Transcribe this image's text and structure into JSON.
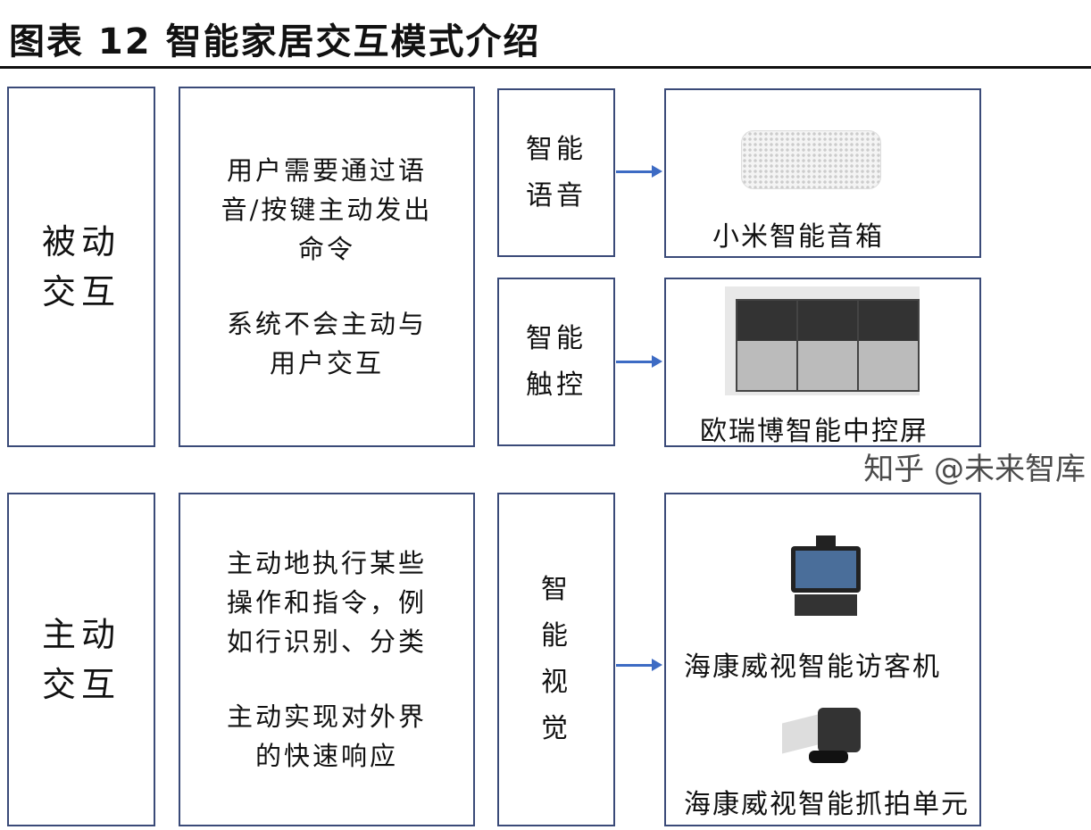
{
  "title": "图表 12  智能家居交互模式介绍",
  "rows": [
    {
      "category": "被动\n交互",
      "description": [
        "用户需要通过语",
        "音/按键主动发出",
        "命令",
        "系统不会主动与",
        "用户交互"
      ],
      "modes": [
        {
          "name": "智能\n语音",
          "examples": [
            "小米智能音箱"
          ]
        },
        {
          "name": "智能\n触控",
          "examples": [
            "欧瑞博智能中控屏"
          ]
        }
      ]
    },
    {
      "category": "主动\n交互",
      "description": [
        "主动地执行某些",
        "操作和指令，例",
        "如行识别、分类",
        "主动实现对外界",
        "的快速响应"
      ],
      "modes": [
        {
          "name": "智\n能\n视\n觉",
          "examples": [
            "海康威视智能访客机",
            "海康威视智能抓拍单元"
          ]
        }
      ]
    }
  ],
  "watermark": "知乎 @未来智库",
  "colors": {
    "border": "#3a4a78",
    "arrow": "#3d6bc4"
  }
}
